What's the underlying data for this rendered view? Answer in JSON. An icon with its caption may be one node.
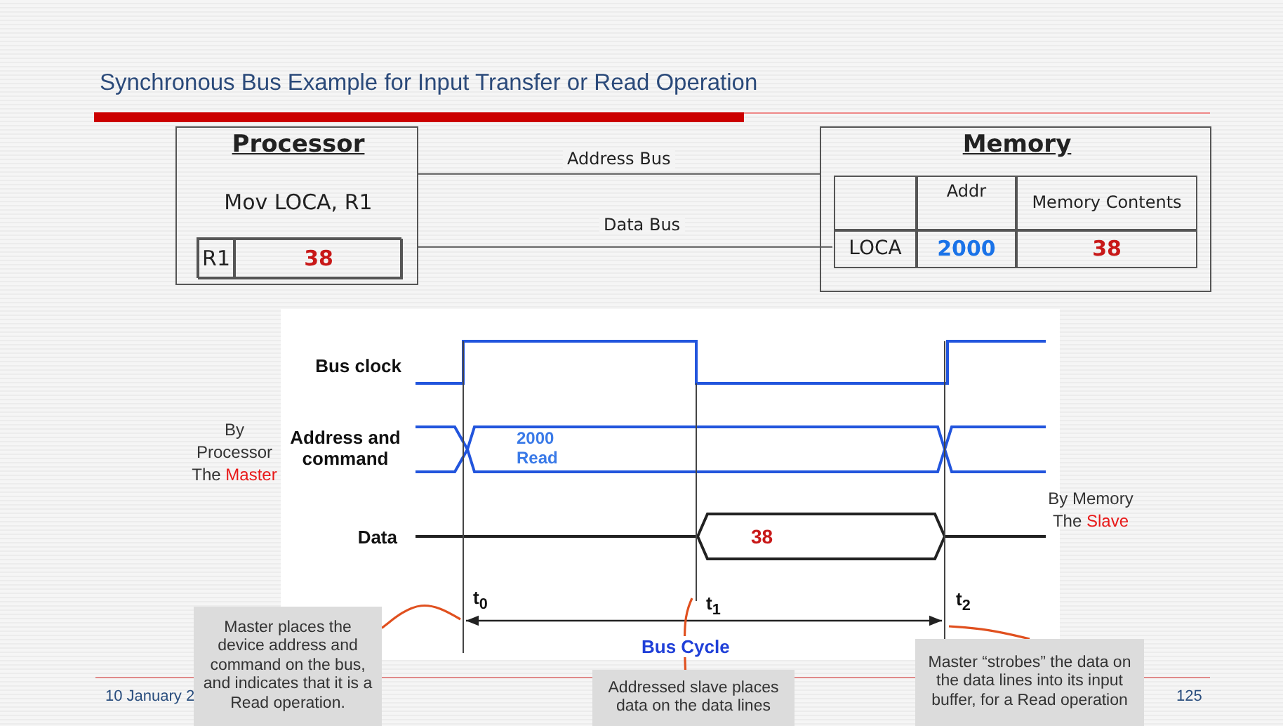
{
  "diagram": {
    "title": "Synchronous Bus Example for Input Transfer or Read Operation",
    "nodes": [
      {
        "text": [
          "Processor",
          "Mov LOCA, R1"
        ]
      },
      {
        "text": [
          "R1",
          "38"
        ],
        "in": 0
      },
      {
        "text": [
          "Memory"
        ]
      },
      {
        "text": [
          "Addr",
          "Memory Contents",
          "LOCA",
          "2000",
          "38"
        ],
        "in": 2
      },
      {
        "text": [
          "Master places the device address and command on the bus, and indicates that it is a Read operation."
        ]
      },
      {
        "text": [
          "Addressed slave places data on the data lines"
        ]
      },
      {
        "text": [
          "Master “strobes” the data on the data lines into its input buffer, for a Read operation"
        ]
      }
    ],
    "edges": [
      {
        "from": 0,
        "to": 2,
        "arrow": "none",
        "label": "Address Bus",
        "color": "#555555"
      },
      {
        "from": 0,
        "to": 3,
        "arrow": "none",
        "label": "Data Bus",
        "color": "#555555"
      },
      {
        "from": 4,
        "to": null,
        "arrow": "none"
      },
      {
        "from": 5,
        "to": null,
        "arrow": "none"
      },
      {
        "from": 6,
        "to": null,
        "arrow": "none"
      }
    ],
    "labels": [
      "Bus clock",
      "Address and command",
      "Data",
      "By Processor The **Master**",
      "2000 Read",
      "38",
      "By Memory The **Slave**",
      "t$_{0}$",
      "t$_{1}$",
      "t$_{2}$",
      "Bus Cycle",
      "10 January 2",
      "125"
    ]
  }
}
